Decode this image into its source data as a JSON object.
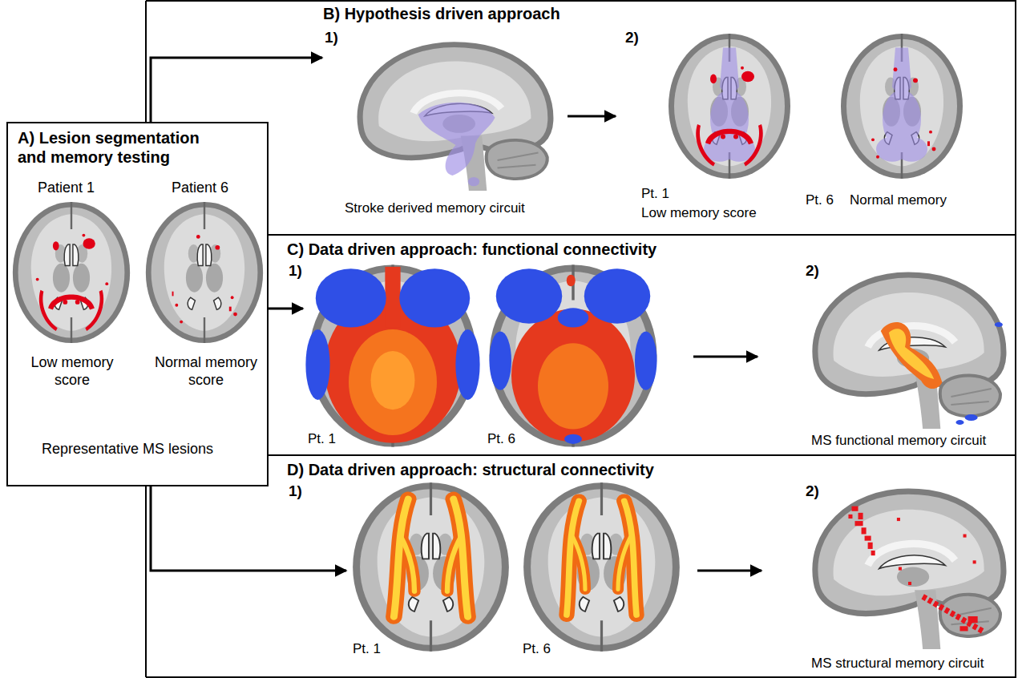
{
  "diagram": {
    "nodes": [
      {
        "text": [
          "A) Lesion segmentation and memory testing",
          "Patient 1",
          "Patient 6",
          "Low memory score",
          "Normal memory score",
          "Representative MS lesions"
        ]
      },
      {
        "text": [
          "B) Hypothesis driven approach",
          "1)",
          "2)",
          "Stroke derived memory circuit",
          "Pt. 1",
          "Low memory score",
          "Pt. 6",
          "Normal memory"
        ]
      },
      {
        "text": [
          "C) Data driven approach: functional connectivity",
          "1)",
          "2)",
          "Pt. 1",
          "Pt. 6",
          "MS functional memory circuit"
        ]
      },
      {
        "text": [
          "D) Data driven approach: structural connectivity",
          "1)",
          "2)",
          "Pt. 1",
          "Pt. 6",
          "MS structural memory circuit"
        ]
      }
    ],
    "edges": [
      {
        "from": 0,
        "to": 1,
        "arrow": "to"
      },
      {
        "from": 0,
        "to": 2,
        "arrow": "to"
      },
      {
        "from": 0,
        "to": 3,
        "arrow": "to"
      }
    ]
  }
}
